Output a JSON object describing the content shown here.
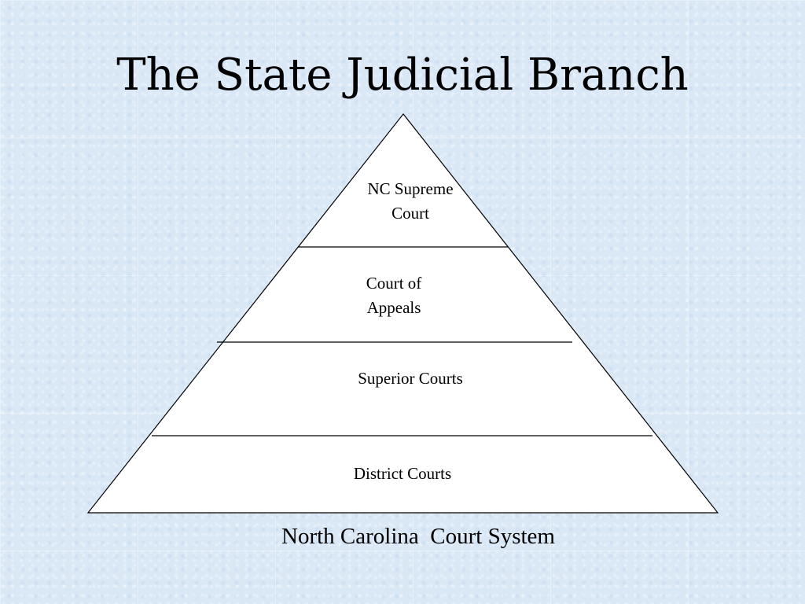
{
  "slide": {
    "title": "The State Judicial Branch",
    "caption": "North Carolina  Court System"
  },
  "pyramid": {
    "tiers": [
      {
        "label": "NC Supreme\nCourt"
      },
      {
        "label": "Court of\nAppeals"
      },
      {
        "label": "Superior Courts"
      },
      {
        "label": "District Courts"
      }
    ]
  },
  "colors": {
    "background": "#dae8f6",
    "pyramid_fill": "#ffffff",
    "stroke": "#000000"
  }
}
